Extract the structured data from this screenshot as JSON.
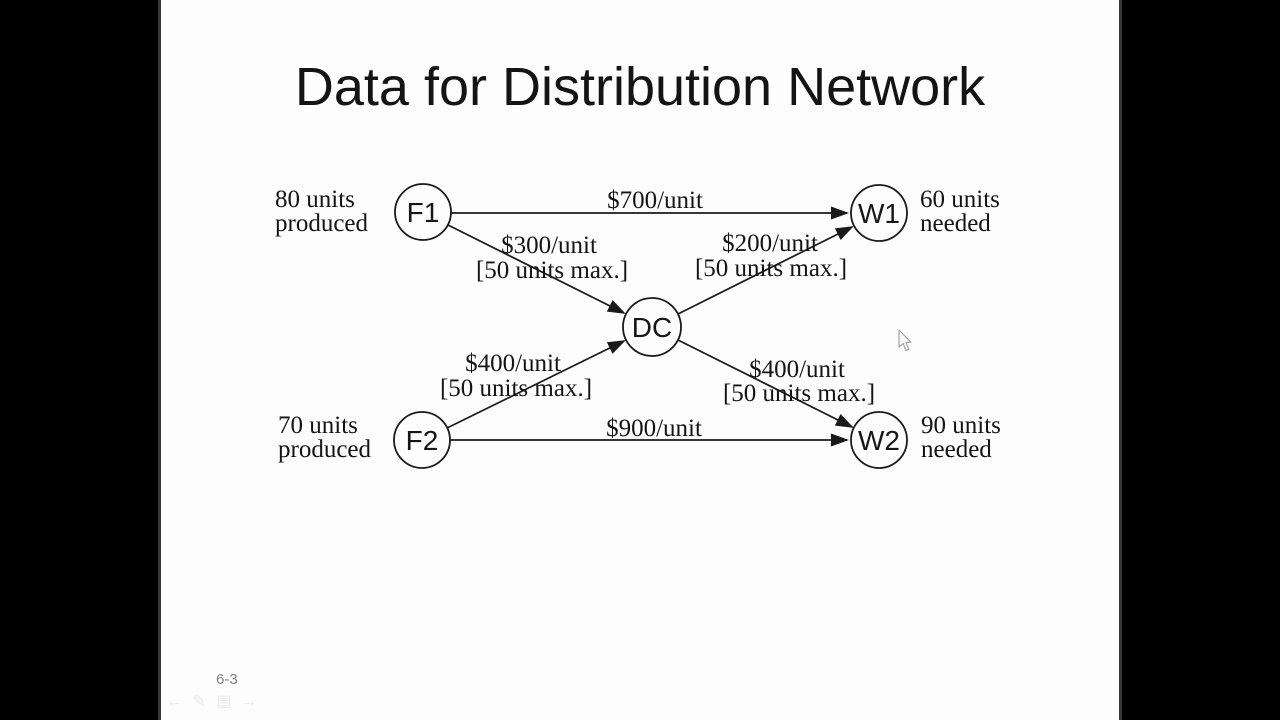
{
  "slide": {
    "title": "Data for Distribution Network",
    "page_number": "6-3"
  },
  "colors": {
    "letterbox": "#000000",
    "slide_background": "#fdfdfd",
    "ink": "#141414",
    "page_number_gray": "#808080",
    "ghost_controls_gray": "#e9e9e9"
  },
  "diagram": {
    "nodes": {
      "f1": "F1",
      "f2": "F2",
      "dc": "DC",
      "w1": "W1",
      "w2": "W2"
    },
    "annotations": {
      "f1": {
        "line1": "80 units",
        "line2": "produced"
      },
      "f2": {
        "line1": "70 units",
        "line2": "produced"
      },
      "w1": {
        "line1": "60 units",
        "line2": "needed"
      },
      "w2": {
        "line1": "90 units",
        "line2": "needed"
      }
    },
    "edges": {
      "f1_w1": {
        "cost": "$700/unit"
      },
      "f1_dc": {
        "cost": "$300/unit",
        "capacity": "[50 units max.]"
      },
      "dc_w1": {
        "cost": "$200/unit",
        "capacity": "[50 units max.]"
      },
      "f2_dc": {
        "cost": "$400/unit",
        "capacity": "[50 units max.]"
      },
      "dc_w2": {
        "cost": "$400/unit",
        "capacity": "[50 units max.]"
      },
      "f2_w2": {
        "cost": "$900/unit"
      }
    }
  },
  "presenter_controls": {
    "items": [
      {
        "name": "previous-slide",
        "glyph": "←"
      },
      {
        "name": "pen-tool",
        "glyph": "✎"
      },
      {
        "name": "slide-menu",
        "glyph": "▤"
      },
      {
        "name": "next-slide",
        "glyph": "→"
      }
    ]
  }
}
